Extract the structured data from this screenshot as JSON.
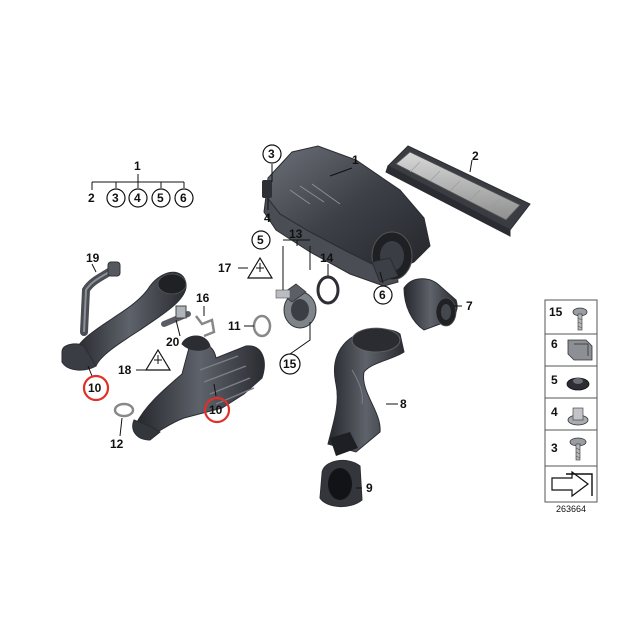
{
  "callouts": {
    "c1": "1",
    "c2": "2",
    "c3": "3",
    "c4": "4",
    "c5": "5",
    "c6": "6",
    "c7": "7",
    "c8": "8",
    "c9": "9",
    "c10": "10",
    "c11": "11",
    "c12": "12",
    "c13": "13",
    "c14": "14",
    "c15": "15",
    "c16": "16",
    "c17": "17",
    "c18": "18",
    "c19": "19",
    "c20": "20"
  },
  "tree": {
    "parent": "1",
    "children": [
      "2",
      "3",
      "4",
      "5",
      "6"
    ]
  },
  "legend": {
    "items": [
      "15",
      "6",
      "5",
      "4",
      "3"
    ]
  },
  "diagram_number": "263664",
  "highlight_color": "#e0302a"
}
